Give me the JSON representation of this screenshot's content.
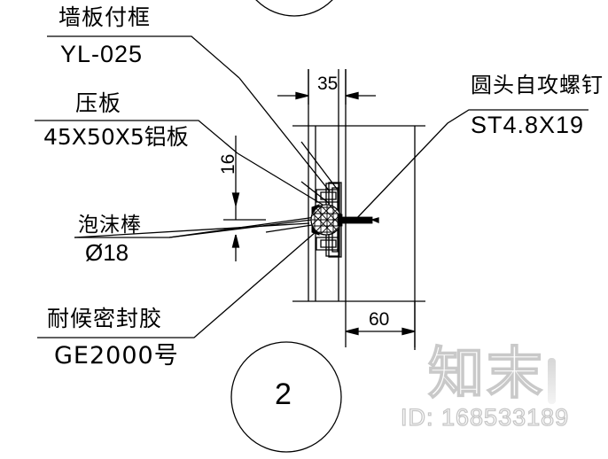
{
  "drawing": {
    "title_ref": "2",
    "annotations": {
      "wall_panel_frame": {
        "name_cn": "墙板付框",
        "code": "YL-025"
      },
      "pressure_plate": {
        "name_cn": "压板",
        "spec": "45X50X5铝板"
      },
      "foam_rod": {
        "name_cn": "泡沫棒",
        "spec": "Ø18"
      },
      "weather_sealant": {
        "name_cn": "耐候密封胶",
        "spec": "GE2000号"
      },
      "self_tapping_screw": {
        "name_cn": "圆头自攻螺钉",
        "spec": "ST4.8X19"
      }
    },
    "dimensions": {
      "width_top": "35",
      "height_left": "16",
      "width_bottom": "60"
    },
    "detail_bubble": "2",
    "line_color": "#000000",
    "background": "#ffffff"
  },
  "watermark": {
    "logo": "知末",
    "id_text": "ID: 168533189",
    "color": "#c9c9c9"
  }
}
